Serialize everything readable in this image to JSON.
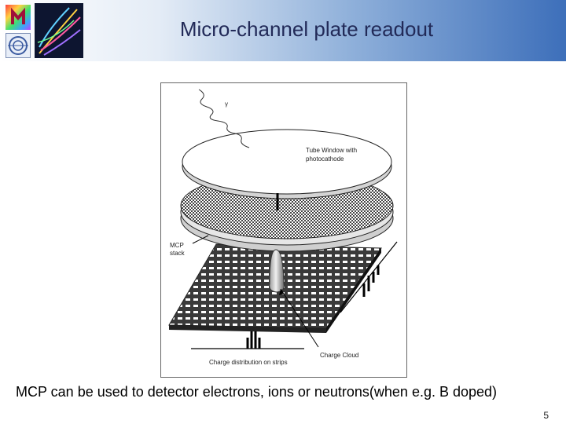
{
  "slide": {
    "title": "Micro-channel plate readout",
    "caption": "MCP can be used to detector electrons, ions or neutrons(when e.g. B doped)",
    "page_number": "5"
  },
  "logos": {
    "rainbow": "rainbow-logo",
    "cern": "cern-logo",
    "swirl": "particle-track-logo"
  },
  "figure": {
    "label_gamma": "γ",
    "label_window_line1": "Tube  Window  with",
    "label_window_line2": "photocathode",
    "label_mcp_line1": "MCP",
    "label_mcp_line2": "stack",
    "label_charge_cloud": "Charge Cloud",
    "label_charge_distribution": "Charge distribution on strips"
  }
}
